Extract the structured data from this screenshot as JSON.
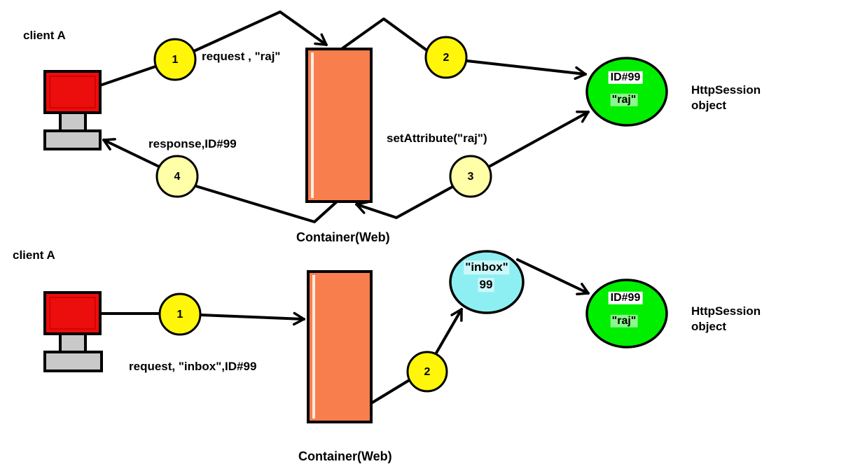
{
  "colors": {
    "ink": "#000000",
    "container_fill": "#F97E4E",
    "monitor_red": "#EC0D0D",
    "monitor_gray": "#C9C9C9",
    "step_yellow": "#FFF60A",
    "step_pale_yellow": "#FFFFA8",
    "session_green": "#00EE00",
    "inbox_cyan": "#8EEFF2"
  },
  "top": {
    "client_label": "client A",
    "request_label": "request , \"raj\"",
    "response_label": "response,ID#99",
    "set_attribute_label": "setAttribute(\"raj\")",
    "container_label": "Container(Web)",
    "session_id": "ID#99",
    "session_value": "\"raj\"",
    "session_object_line1": "HttpSession",
    "session_object_line2": "object",
    "step1": "1",
    "step2": "2",
    "step3": "3",
    "step4": "4"
  },
  "bottom": {
    "client_label": "client A",
    "request_label": "request, \"inbox\",ID#99",
    "container_label": "Container(Web)",
    "inbox_name": "\"inbox\"",
    "inbox_id": "99",
    "session_id": "ID#99",
    "session_value": "\"raj\"",
    "session_object_line1": "HttpSession",
    "session_object_line2": "object",
    "step1": "1",
    "step2": "2"
  }
}
